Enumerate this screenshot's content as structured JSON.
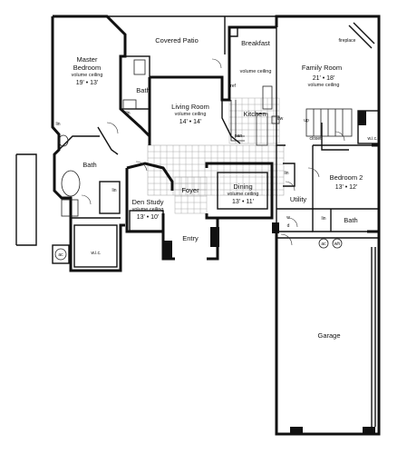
{
  "rooms": {
    "covered_patio": {
      "name": "Covered Patio"
    },
    "breakfast": {
      "name": "Breakfast"
    },
    "master_bedroom": {
      "name_line1": "Master",
      "name_line2": "Bedroom",
      "ceiling": "volume ceiling",
      "dims": "19' • 13'"
    },
    "master_bath_small": {
      "name": "Bath"
    },
    "master_bath": {
      "name": "Bath"
    },
    "living_room": {
      "name": "Living Room",
      "ceiling": "volume ceiling",
      "dims": "14' • 14'"
    },
    "kitchen": {
      "name": "Kitchen",
      "ceiling": "volume ceiling"
    },
    "family_room": {
      "name": "Family Room",
      "dims": "21' • 18'",
      "ceiling": "volume ceiling"
    },
    "den_study": {
      "name": "Den Study",
      "ceiling": "volume ceiling",
      "dims": "13' • 10'"
    },
    "foyer": {
      "name": "Foyer"
    },
    "dining": {
      "name": "Dining",
      "ceiling": "volume ceiling",
      "dims": "13' • 11'"
    },
    "entry": {
      "name": "Entry"
    },
    "bedroom2": {
      "name": "Bedroom 2",
      "dims": "13' • 12'"
    },
    "utility": {
      "name": "Utility"
    },
    "bath2": {
      "name": "Bath"
    },
    "garage": {
      "name": "Garage"
    }
  },
  "labels": {
    "fireplace": "fireplace",
    "ref": "ref",
    "pan": "pan",
    "dw": "dw",
    "up": "up",
    "closet": "closet",
    "wic_family": "w.i.c.",
    "wic_master": "w.i.c.",
    "lin_master": "lin",
    "lin_bath": "lin",
    "lin_hall": "lin",
    "lin_util": "lin",
    "lin_bath2": "lin",
    "ac_left": "ac",
    "ac_right": "ac",
    "wh": "wh",
    "w": "w",
    "d": "d"
  }
}
